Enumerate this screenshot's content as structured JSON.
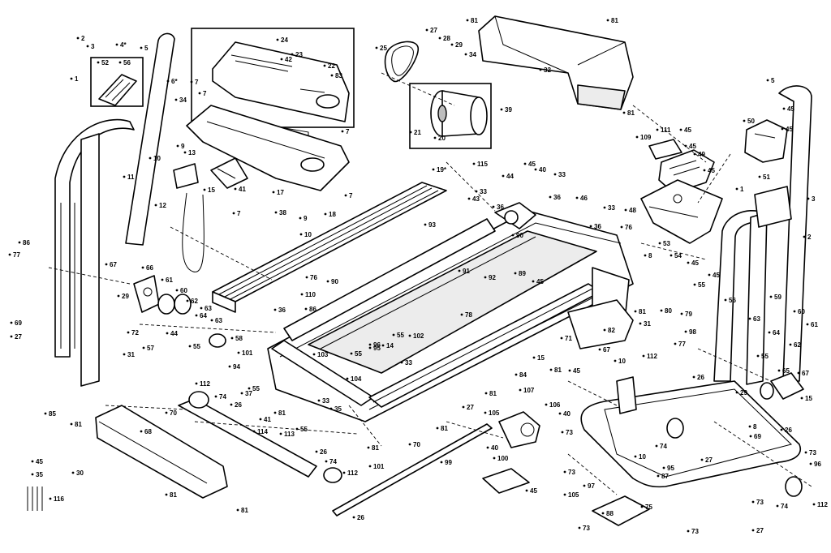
{
  "diagram": {
    "callouts": [
      {
        "id": "c1",
        "t": "2"
      },
      {
        "id": "c2",
        "t": "3"
      },
      {
        "id": "c3",
        "t": "4*"
      },
      {
        "id": "c4",
        "t": "5"
      },
      {
        "id": "c5",
        "t": "52"
      },
      {
        "id": "c6",
        "t": "56"
      },
      {
        "id": "c7",
        "t": "1"
      },
      {
        "id": "c8",
        "t": "24"
      },
      {
        "id": "c9",
        "t": "42"
      },
      {
        "id": "c10",
        "t": "23"
      },
      {
        "id": "c11",
        "t": "22"
      },
      {
        "id": "c12",
        "t": "83"
      },
      {
        "id": "c13",
        "t": "6*"
      },
      {
        "id": "c14",
        "t": "7"
      },
      {
        "id": "c15",
        "t": "34"
      },
      {
        "id": "c16",
        "t": "7"
      },
      {
        "id": "c17",
        "t": "7"
      },
      {
        "id": "c18",
        "t": "9"
      },
      {
        "id": "c19",
        "t": "10"
      },
      {
        "id": "c20",
        "t": "11"
      },
      {
        "id": "c21",
        "t": "12"
      },
      {
        "id": "c22",
        "t": "13"
      },
      {
        "id": "c23",
        "t": "15"
      },
      {
        "id": "c24",
        "t": "41"
      },
      {
        "id": "c25",
        "t": "17"
      },
      {
        "id": "c26",
        "t": "7"
      },
      {
        "id": "c27",
        "t": "38"
      },
      {
        "id": "c28",
        "t": "9"
      },
      {
        "id": "c29",
        "t": "18"
      },
      {
        "id": "c30",
        "t": "10"
      },
      {
        "id": "c31",
        "t": "7"
      },
      {
        "id": "c32",
        "t": "25"
      },
      {
        "id": "c33",
        "t": "27"
      },
      {
        "id": "c34",
        "t": "28"
      },
      {
        "id": "c35",
        "t": "29"
      },
      {
        "id": "c36",
        "t": "81"
      },
      {
        "id": "c37",
        "t": "34"
      },
      {
        "id": "c38",
        "t": "81"
      },
      {
        "id": "c39",
        "t": "32"
      },
      {
        "id": "c40",
        "t": "21"
      },
      {
        "id": "c41",
        "t": "20"
      },
      {
        "id": "c42",
        "t": "39"
      },
      {
        "id": "c43",
        "t": "19*"
      },
      {
        "id": "c44",
        "t": "81"
      },
      {
        "id": "c45",
        "t": "5"
      },
      {
        "id": "c46",
        "t": "50"
      },
      {
        "id": "c47",
        "t": "45"
      },
      {
        "id": "c48",
        "t": "109"
      },
      {
        "id": "c49",
        "t": "111"
      },
      {
        "id": "c50",
        "t": "45"
      },
      {
        "id": "c51",
        "t": "49"
      },
      {
        "id": "c52",
        "t": "45"
      },
      {
        "id": "c53",
        "t": "51"
      },
      {
        "id": "c54",
        "t": "115"
      },
      {
        "id": "c55",
        "t": "44"
      },
      {
        "id": "c56",
        "t": "45"
      },
      {
        "id": "c57",
        "t": "40"
      },
      {
        "id": "c58",
        "t": "33"
      },
      {
        "id": "c59",
        "t": "33"
      },
      {
        "id": "c60",
        "t": "36"
      },
      {
        "id": "c61",
        "t": "46"
      },
      {
        "id": "c62",
        "t": "48"
      },
      {
        "id": "c63",
        "t": "3"
      },
      {
        "id": "c64",
        "t": "1"
      },
      {
        "id": "c65",
        "t": "2"
      },
      {
        "id": "c66",
        "t": "43"
      },
      {
        "id": "c67",
        "t": "36"
      },
      {
        "id": "c68",
        "t": "36"
      },
      {
        "id": "c69",
        "t": "33"
      },
      {
        "id": "c70",
        "t": "76"
      },
      {
        "id": "c71",
        "t": "53"
      },
      {
        "id": "c72",
        "t": "93"
      },
      {
        "id": "c73",
        "t": "90"
      },
      {
        "id": "c74",
        "t": "89"
      },
      {
        "id": "c75",
        "t": "91"
      },
      {
        "id": "c76",
        "t": "92"
      },
      {
        "id": "c77",
        "t": "8"
      },
      {
        "id": "c78",
        "t": "54"
      },
      {
        "id": "c79",
        "t": "45"
      },
      {
        "id": "c80",
        "t": "55"
      },
      {
        "id": "c81",
        "t": "80"
      },
      {
        "id": "c82",
        "t": "79"
      },
      {
        "id": "c83",
        "t": "86"
      },
      {
        "id": "c84",
        "t": "77"
      },
      {
        "id": "c85",
        "t": "67"
      },
      {
        "id": "c86",
        "t": "66"
      },
      {
        "id": "c87",
        "t": "61"
      },
      {
        "id": "c88",
        "t": "60"
      },
      {
        "id": "c89",
        "t": "62"
      },
      {
        "id": "c90",
        "t": "63"
      },
      {
        "id": "c91",
        "t": "64"
      },
      {
        "id": "c92",
        "t": "29"
      },
      {
        "id": "c93",
        "t": "69"
      },
      {
        "id": "c94",
        "t": "72"
      },
      {
        "id": "c95",
        "t": "76"
      },
      {
        "id": "c96",
        "t": "90"
      },
      {
        "id": "c97",
        "t": "110"
      },
      {
        "id": "c98",
        "t": "86"
      },
      {
        "id": "c99",
        "t": "36"
      },
      {
        "id": "c100",
        "t": "31"
      },
      {
        "id": "c101",
        "t": "27"
      },
      {
        "id": "c102",
        "t": "57"
      },
      {
        "id": "c103",
        "t": "44"
      },
      {
        "id": "c104",
        "t": "55"
      },
      {
        "id": "c105",
        "t": "63"
      },
      {
        "id": "c106",
        "t": "58"
      },
      {
        "id": "c107",
        "t": "101"
      },
      {
        "id": "c108",
        "t": "103"
      },
      {
        "id": "c109",
        "t": "78"
      },
      {
        "id": "c110",
        "t": "55"
      },
      {
        "id": "c111",
        "t": "102"
      },
      {
        "id": "c112",
        "t": "14"
      },
      {
        "id": "c113",
        "t": "95"
      },
      {
        "id": "c114",
        "t": "55"
      },
      {
        "id": "c115",
        "t": "33"
      },
      {
        "id": "c116",
        "t": "71"
      },
      {
        "id": "c117",
        "t": "67"
      },
      {
        "id": "c118",
        "t": "45"
      },
      {
        "id": "c119",
        "t": "31"
      },
      {
        "id": "c120",
        "t": "81"
      },
      {
        "id": "c121",
        "t": "82"
      },
      {
        "id": "c122",
        "t": "84"
      },
      {
        "id": "c123",
        "t": "15"
      },
      {
        "id": "c124",
        "t": "81"
      },
      {
        "id": "c125",
        "t": "56"
      },
      {
        "id": "c126",
        "t": "59"
      },
      {
        "id": "c127",
        "t": "60"
      },
      {
        "id": "c128",
        "t": "63"
      },
      {
        "id": "c129",
        "t": "64"
      },
      {
        "id": "c130",
        "t": "61"
      },
      {
        "id": "c131",
        "t": "62"
      },
      {
        "id": "c132",
        "t": "55"
      },
      {
        "id": "c133",
        "t": "77"
      },
      {
        "id": "c134",
        "t": "98"
      },
      {
        "id": "c135",
        "t": "112"
      },
      {
        "id": "c136",
        "t": "26"
      },
      {
        "id": "c137",
        "t": "10"
      },
      {
        "id": "c138",
        "t": "29"
      },
      {
        "id": "c139",
        "t": "65"
      },
      {
        "id": "c140",
        "t": "67"
      },
      {
        "id": "c141",
        "t": "15"
      },
      {
        "id": "c142",
        "t": "94"
      },
      {
        "id": "c143",
        "t": "112"
      },
      {
        "id": "c144",
        "t": "74"
      },
      {
        "id": "c145",
        "t": "70"
      },
      {
        "id": "c146",
        "t": "37"
      },
      {
        "id": "c147",
        "t": "55"
      },
      {
        "id": "c148",
        "t": "26"
      },
      {
        "id": "c149",
        "t": "104"
      },
      {
        "id": "c150",
        "t": "33"
      },
      {
        "id": "c151",
        "t": "35"
      },
      {
        "id": "c152",
        "t": "85"
      },
      {
        "id": "c153",
        "t": "81"
      },
      {
        "id": "c154",
        "t": "68"
      },
      {
        "id": "c155",
        "t": "114"
      },
      {
        "id": "c156",
        "t": "81"
      },
      {
        "id": "c157",
        "t": "41"
      },
      {
        "id": "c158",
        "t": "113"
      },
      {
        "id": "c159",
        "t": "55"
      },
      {
        "id": "c160",
        "t": "26"
      },
      {
        "id": "c161",
        "t": "81"
      },
      {
        "id": "c162",
        "t": "101"
      },
      {
        "id": "c163",
        "t": "74"
      },
      {
        "id": "c164",
        "t": "112"
      },
      {
        "id": "c165",
        "t": "81"
      },
      {
        "id": "c166",
        "t": "81"
      },
      {
        "id": "c167",
        "t": "45"
      },
      {
        "id": "c168",
        "t": "35"
      },
      {
        "id": "c169",
        "t": "30"
      },
      {
        "id": "c170",
        "t": "116"
      },
      {
        "id": "c171",
        "t": "81"
      },
      {
        "id": "c172",
        "t": "107"
      },
      {
        "id": "c173",
        "t": "106"
      },
      {
        "id": "c174",
        "t": "27"
      },
      {
        "id": "c175",
        "t": "105"
      },
      {
        "id": "c176",
        "t": "40"
      },
      {
        "id": "c177",
        "t": "40"
      },
      {
        "id": "c178",
        "t": "81"
      },
      {
        "id": "c179",
        "t": "70"
      },
      {
        "id": "c180",
        "t": "99"
      },
      {
        "id": "c181",
        "t": "100"
      },
      {
        "id": "c182",
        "t": "45"
      },
      {
        "id": "c183",
        "t": "26"
      },
      {
        "id": "c184",
        "t": "73"
      },
      {
        "id": "c185",
        "t": "74"
      },
      {
        "id": "c186",
        "t": "73"
      },
      {
        "id": "c187",
        "t": "10"
      },
      {
        "id": "c188",
        "t": "95"
      },
      {
        "id": "c189",
        "t": "87"
      },
      {
        "id": "c190",
        "t": "97"
      },
      {
        "id": "c191",
        "t": "105"
      },
      {
        "id": "c192",
        "t": "88"
      },
      {
        "id": "c193",
        "t": "73"
      },
      {
        "id": "c194",
        "t": "75"
      },
      {
        "id": "c195",
        "t": "73"
      },
      {
        "id": "c196",
        "t": "27"
      },
      {
        "id": "c197",
        "t": "73"
      },
      {
        "id": "c198",
        "t": "74"
      },
      {
        "id": "c199",
        "t": "112"
      },
      {
        "id": "c200",
        "t": "8"
      },
      {
        "id": "c201",
        "t": "69"
      },
      {
        "id": "c202",
        "t": "26"
      },
      {
        "id": "c203",
        "t": "27"
      },
      {
        "id": "c204",
        "t": "73"
      },
      {
        "id": "c205",
        "t": "45"
      },
      {
        "id": "c206",
        "t": "45"
      },
      {
        "id": "c207",
        "t": "45"
      },
      {
        "id": "c208",
        "t": "45"
      },
      {
        "id": "c209",
        "t": "96"
      },
      {
        "id": "c210",
        "t": "96"
      }
    ]
  }
}
